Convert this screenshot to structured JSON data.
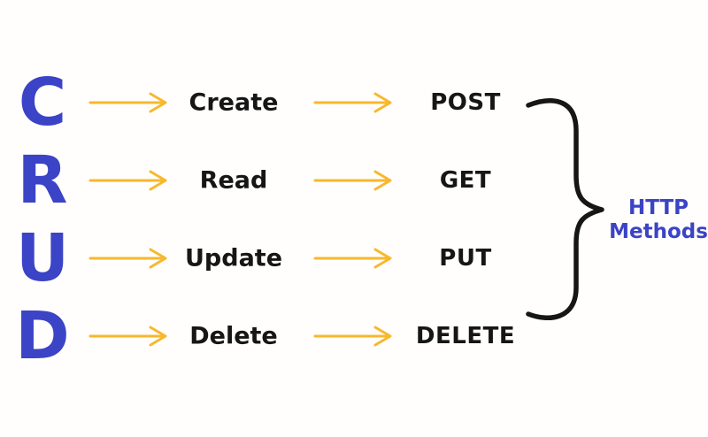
{
  "diagram": {
    "acronym": "CRUD",
    "colors": {
      "accent_blue": "#3b43c6",
      "arrow_yellow": "#f7b82d",
      "text_black": "#161616",
      "background": "#fffefc"
    }
  },
  "rows": [
    {
      "letter": "C",
      "operation": "Create",
      "method": "POST"
    },
    {
      "letter": "R",
      "operation": "Read",
      "method": "GET"
    },
    {
      "letter": "U",
      "operation": "Update",
      "method": "PUT"
    },
    {
      "letter": "D",
      "operation": "Delete",
      "method": "DELETE"
    }
  ],
  "brace_label": {
    "line1": "HTTP",
    "line2": "Methods"
  }
}
